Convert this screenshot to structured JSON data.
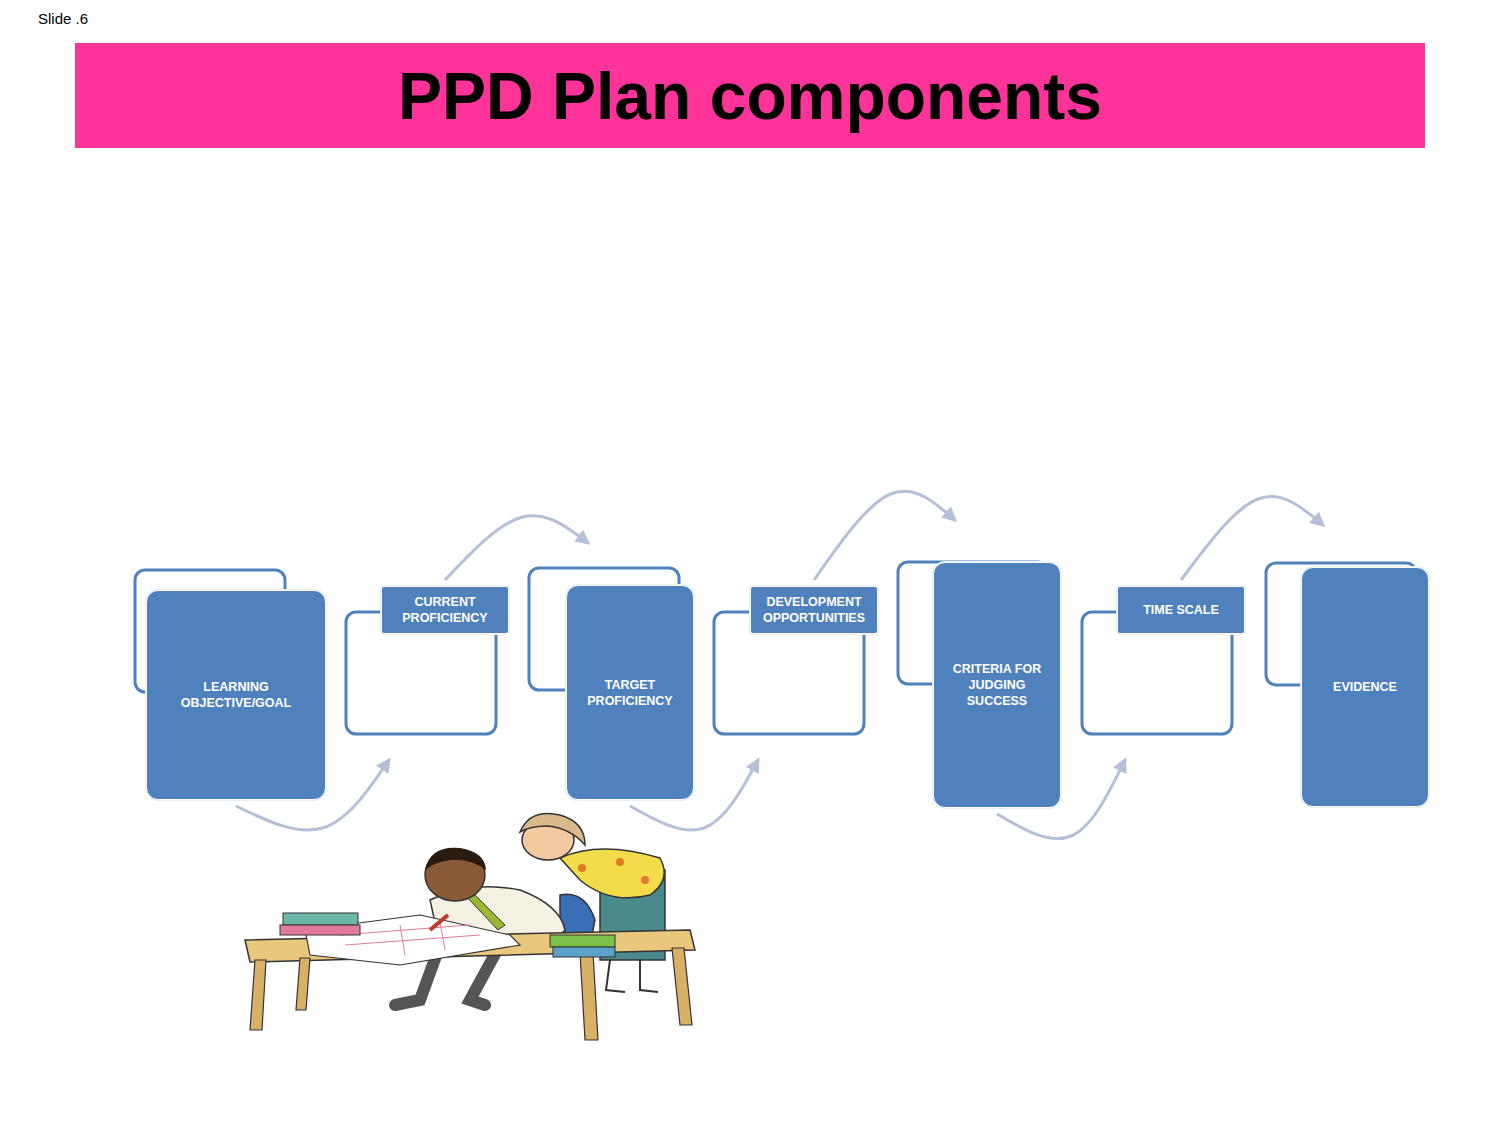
{
  "diagram": {
    "title": "PPD Plan components",
    "nodes": [
      {
        "text": [
          "LEARNING OBJECTIVE/GOAL"
        ]
      },
      {
        "text": [
          "CURRENT PROFICIENCY"
        ]
      },
      {
        "text": [
          "TARGET PROFICIENCY"
        ]
      },
      {
        "text": [
          "DEVELOPMENT OPPORTUNITIES"
        ]
      },
      {
        "text": [
          "CRITERIA FOR JUDGING SUCCESS"
        ]
      },
      {
        "text": [
          "TIME SCALE"
        ]
      },
      {
        "text": [
          "EVIDENCE"
        ]
      }
    ],
    "edges": [
      {
        "from": 0,
        "to": 1,
        "arrow": "to"
      },
      {
        "from": 1,
        "to": 2,
        "arrow": "to"
      },
      {
        "from": 2,
        "to": 3,
        "arrow": "to"
      },
      {
        "from": 3,
        "to": 4,
        "arrow": "to"
      },
      {
        "from": 4,
        "to": 5,
        "arrow": "to"
      },
      {
        "from": 5,
        "to": 6,
        "arrow": "to"
      }
    ],
    "labels": [
      "Slide .6"
    ]
  }
}
